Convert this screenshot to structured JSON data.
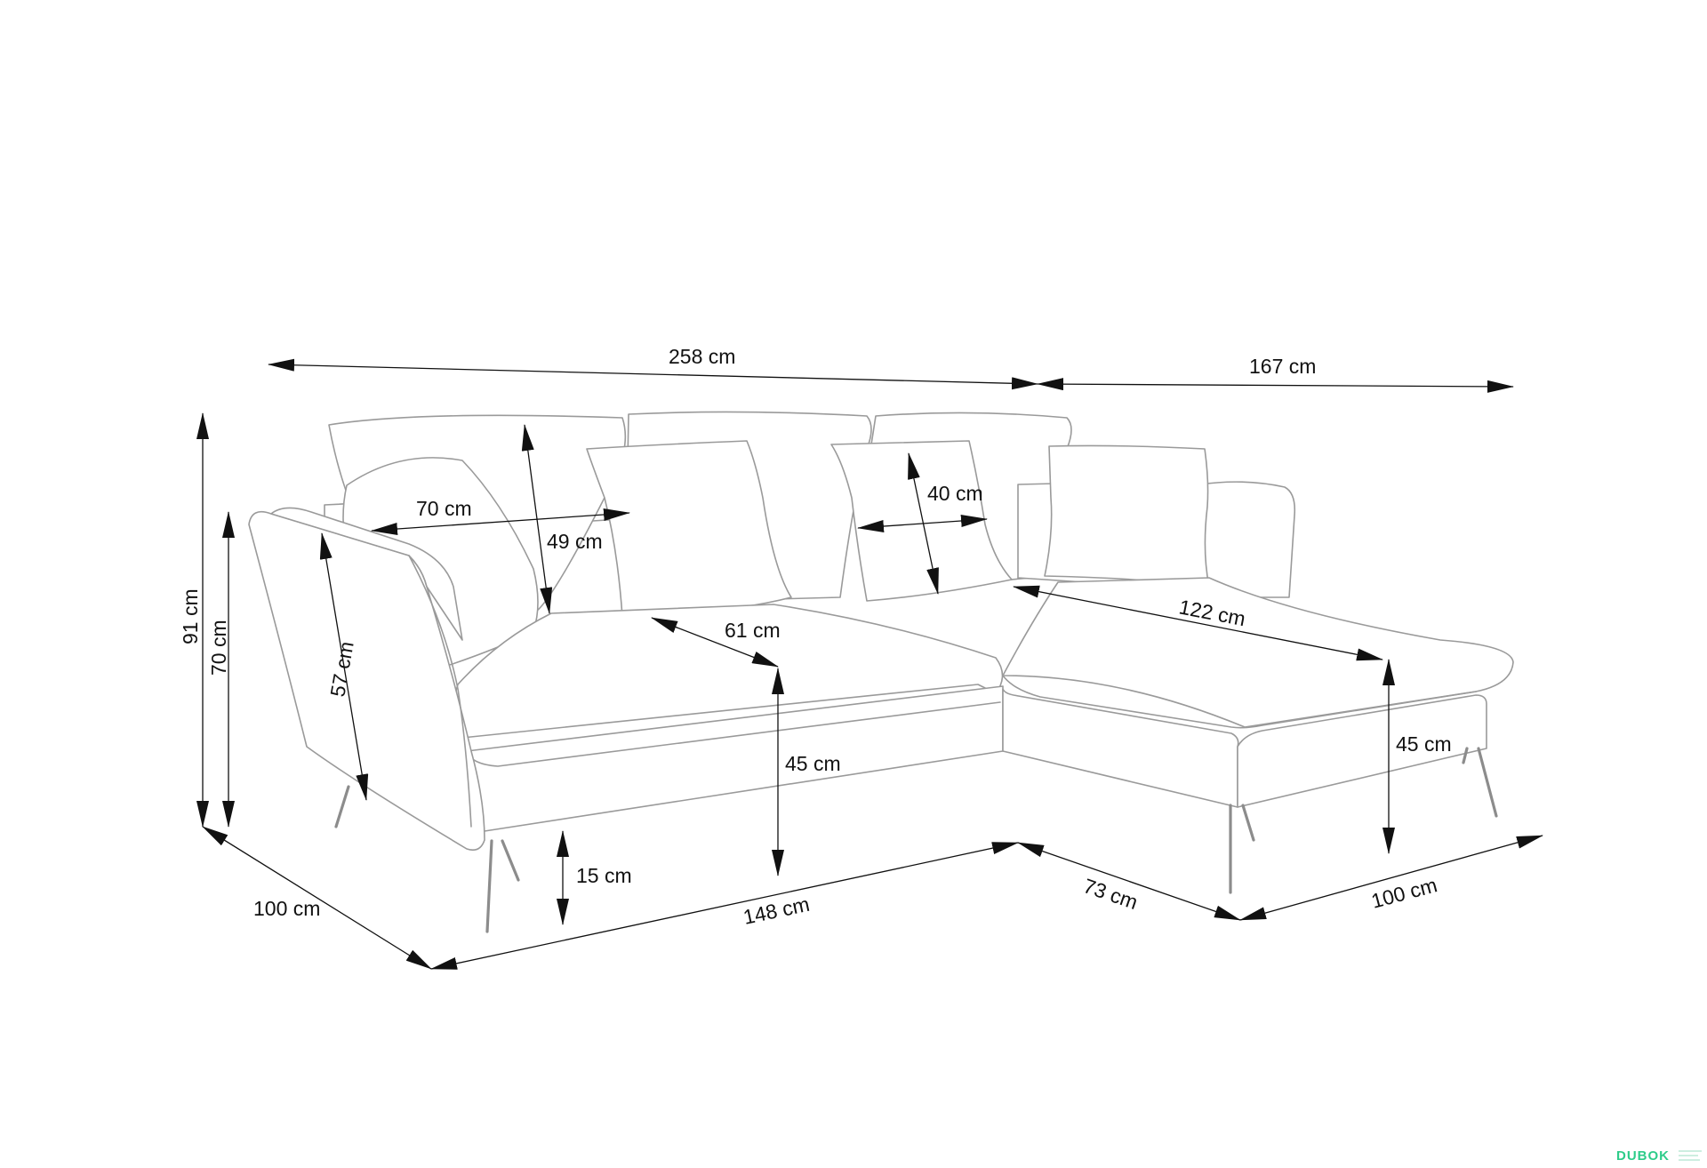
{
  "dimensions": {
    "total_width": "258 cm",
    "chaise_width": "167 cm",
    "total_height": "91 cm",
    "armrest_height": "70 cm",
    "armrest_length": "57 cm",
    "cushion_width": "70 cm",
    "cushion_height": "49 cm",
    "small_cushion": "40 cm",
    "seat_depth": "61 cm",
    "chaise_length": "122 cm",
    "seat_height": "45 cm",
    "chaise_seat_height": "45 cm",
    "leg_height": "15 cm",
    "sofa_depth": "100 cm",
    "sofa_length": "148 cm",
    "chaise_front": "73 cm",
    "chaise_depth": "100 cm"
  },
  "watermark": {
    "brand": "DUBOK"
  },
  "colors": {
    "outline": "#9a9a9a",
    "dimension": "#111111",
    "brand": "#2ecc8a"
  }
}
